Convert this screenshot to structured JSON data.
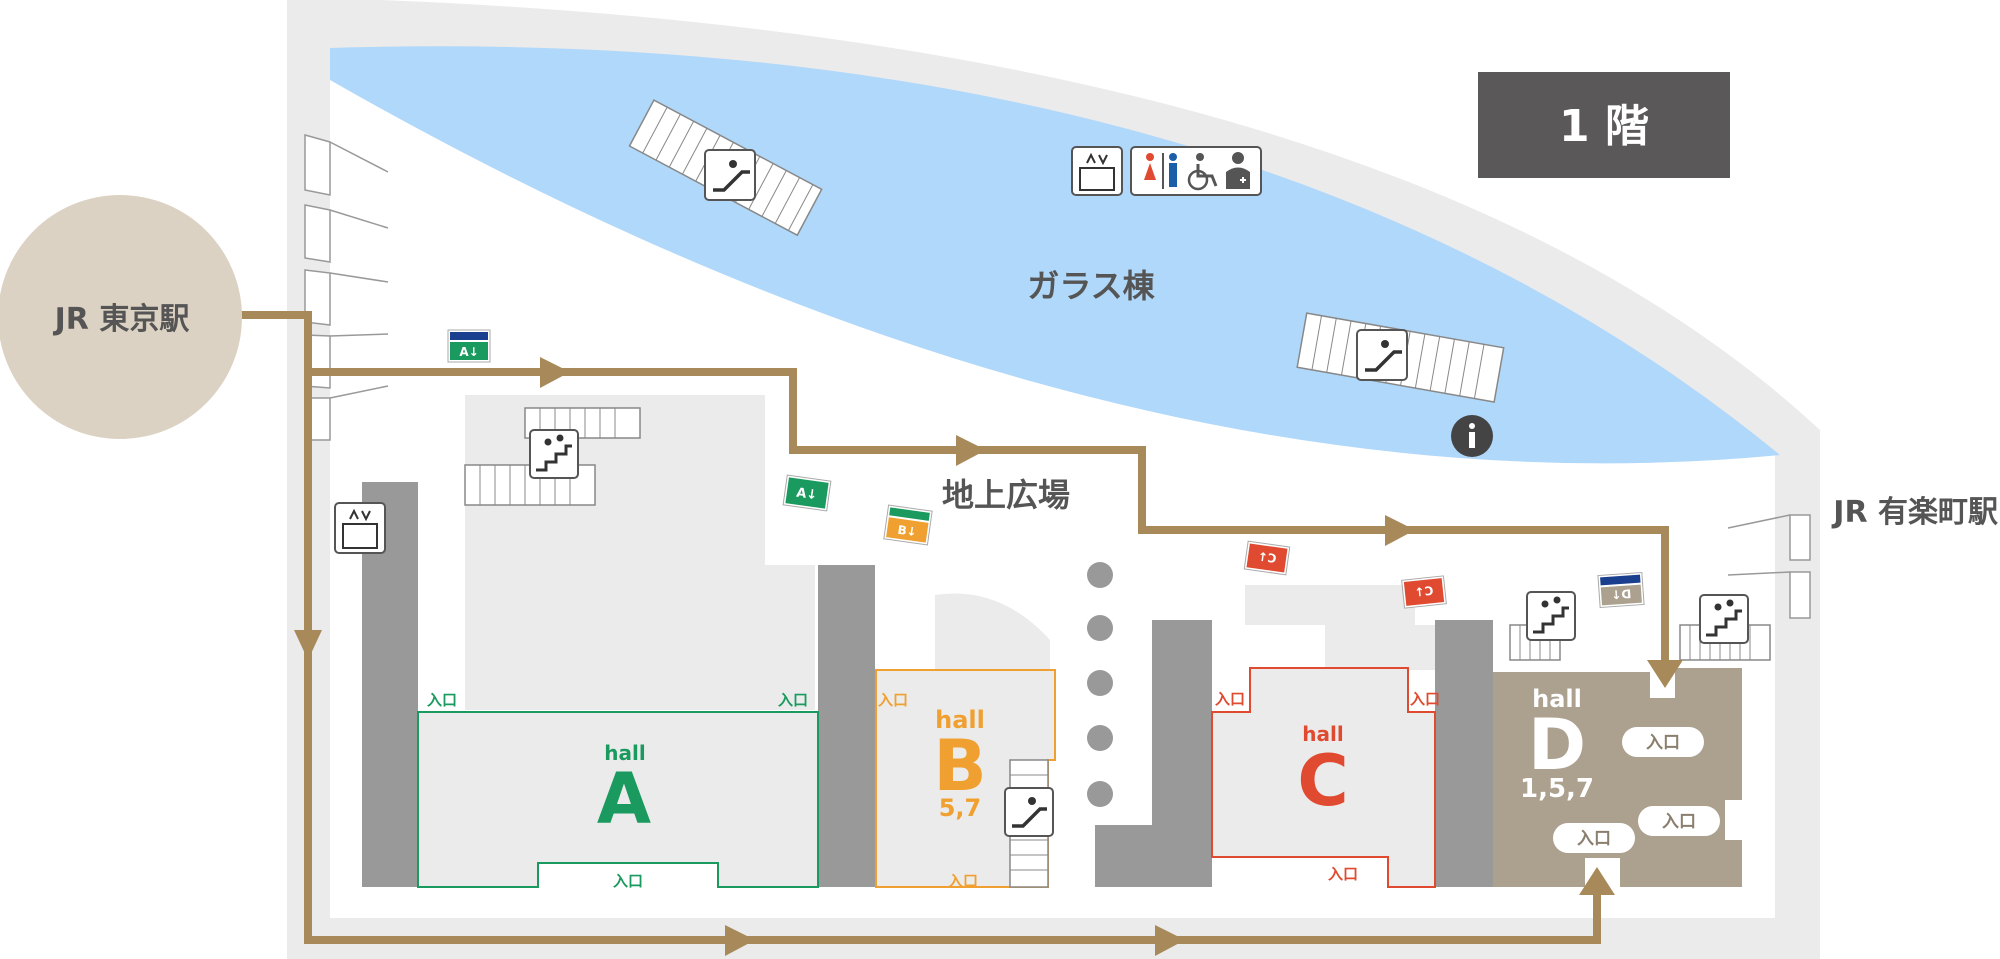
{
  "floor": {
    "label": "1 階"
  },
  "stations": {
    "tokyo": "JR 東京駅",
    "yurakucho": "JR 有楽町駅"
  },
  "areas": {
    "glass_building": "ガラス棟",
    "ground_plaza": "地上広場"
  },
  "halls": {
    "a": {
      "prefix": "hall",
      "letter": "A",
      "floors": "",
      "color": "#1a9a5e"
    },
    "b": {
      "prefix": "hall",
      "letter": "B",
      "floors": "5,7",
      "color": "#f0a030"
    },
    "c": {
      "prefix": "hall",
      "letter": "C",
      "floors": "",
      "color": "#e04a30"
    },
    "d": {
      "prefix": "hall",
      "letter": "D",
      "floors": "1,5,7",
      "color": "#ffffff"
    }
  },
  "entrance_label": "入口",
  "signs": {
    "a_exit": "A↓",
    "b_exit": "B↓",
    "c_exit": "C↓",
    "d_exit": "D↑"
  },
  "colors": {
    "route": "#a88a5a",
    "glass": "#b0d8fa",
    "wall": "#999999",
    "floor": "#ebebeb",
    "hall_d": "#aca08f",
    "station_circle": "#dcd2c3",
    "floor_badge": "#5a5858",
    "text_dark": "#555555"
  },
  "icons": [
    "escalator-icon",
    "stairs-icon",
    "elevator-icon",
    "restroom-icon",
    "wheelchair-icon",
    "info-icon"
  ]
}
